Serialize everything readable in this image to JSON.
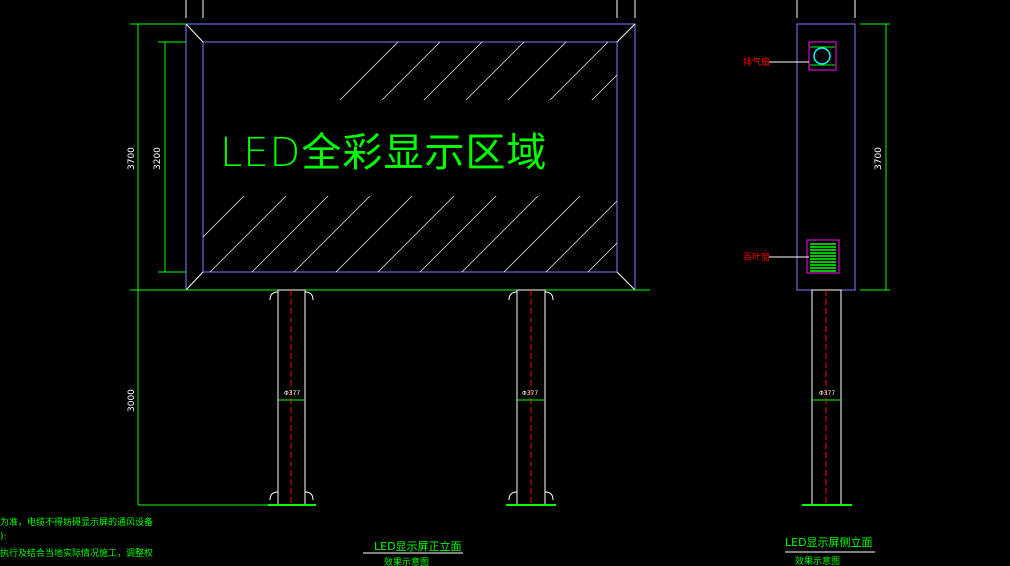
{
  "drawing": {
    "screen_label": "LED全彩显示区域",
    "dimensions": {
      "total_height": "3700",
      "screen_height": "3200",
      "post_height": "3000",
      "side_height": "3700",
      "post_diameter_left": "Φ377",
      "post_diameter_right": "Φ377",
      "post_diameter_side": "Φ377"
    },
    "side_labels": {
      "exhaust_fan": "排气扇",
      "louver": "百叶窗"
    },
    "front_title": {
      "title": "LED显示屏正立面",
      "subtitle": "效果示意图"
    },
    "side_title": {
      "title": "LED显示屏侧立面",
      "subtitle": "效果示意图"
    },
    "notes": [
      "为准，电缆不得妨碍显示屏的通风设备",
      "):",
      "执行及结合当地实际情况施工，调整权"
    ]
  },
  "colors": {
    "frame": "#8080ff",
    "dimension": "#00ff00",
    "label": "#ff0000",
    "box": "#ff00ff",
    "circle": "#00ffff"
  }
}
